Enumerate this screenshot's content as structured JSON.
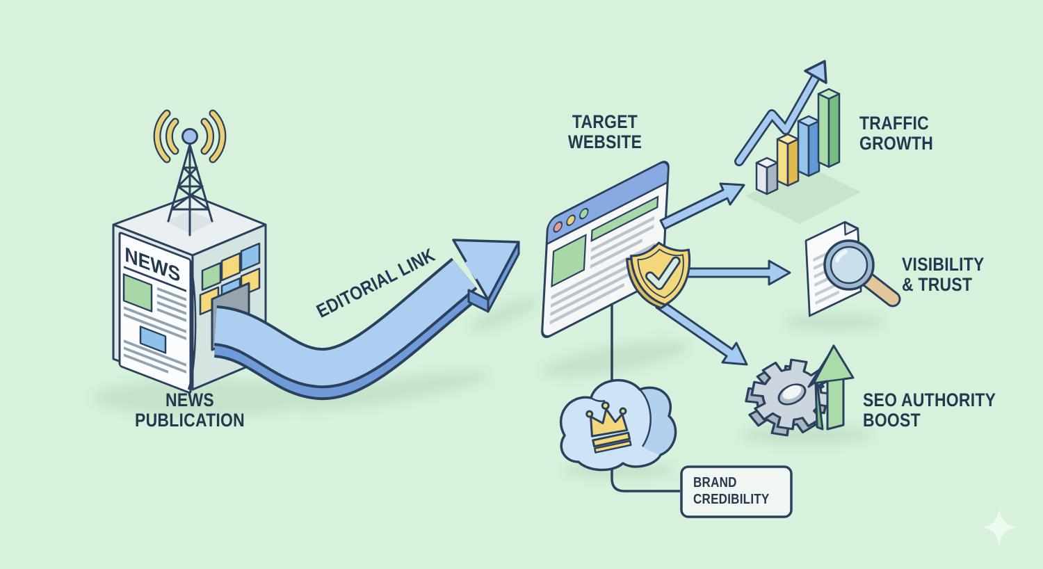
{
  "background_color": "#d7f1dc",
  "palette": {
    "outline_navy": "#2a405c",
    "text_navy": "#25374e",
    "arrow_blue_light": "#abcef1",
    "arrow_blue_dark": "#6f9bd9",
    "flat_arrow_blue": "#a5cbf0",
    "browser_header_blue": "#87aae3",
    "green": "#a8d8a8",
    "green_dark": "#79bd85",
    "yellow": "#f5d97b",
    "bar_blue": "#8fc2ea",
    "bar_gray": "#ccd5dc",
    "gold": "#f3d77b",
    "cloud_blue": "#cfe3f6",
    "gear_gray": "#cdd6de",
    "paper_white": "#f8fafb",
    "shadow_green": "#bfdfc6"
  },
  "nodes": {
    "news_publication": {
      "line1": "NEWS",
      "line2": "PUBLICATION"
    },
    "newspaper_masthead": "NEWS",
    "editorial_link": {
      "label": "EDITORIAL LINK"
    },
    "target_website": {
      "line1": "TARGET",
      "line2": "WEBSITE"
    },
    "outcomes": {
      "traffic": {
        "line1": "TRAFFIC",
        "line2": "GROWTH"
      },
      "visibility": {
        "line1": "VISIBILITY",
        "line2": "& TRUST"
      },
      "seo": {
        "line1": "SEO AUTHORITY",
        "line2": "BOOST"
      },
      "brand": {
        "line1": "BRAND",
        "line2": "CREDIBILITY"
      }
    }
  },
  "icons": [
    "antenna-icon",
    "radio-waves-icon",
    "news-building-icon",
    "newspaper-icon",
    "editorial-arrow-icon",
    "browser-window-icon",
    "shield-check-icon",
    "bar-chart-icon",
    "growth-zigzag-arrow-icon",
    "document-icon",
    "magnifier-icon",
    "gear-icon",
    "green-up-arrow-icon",
    "cloud-icon",
    "crown-icon",
    "connector-line",
    "sparkle-icon"
  ]
}
